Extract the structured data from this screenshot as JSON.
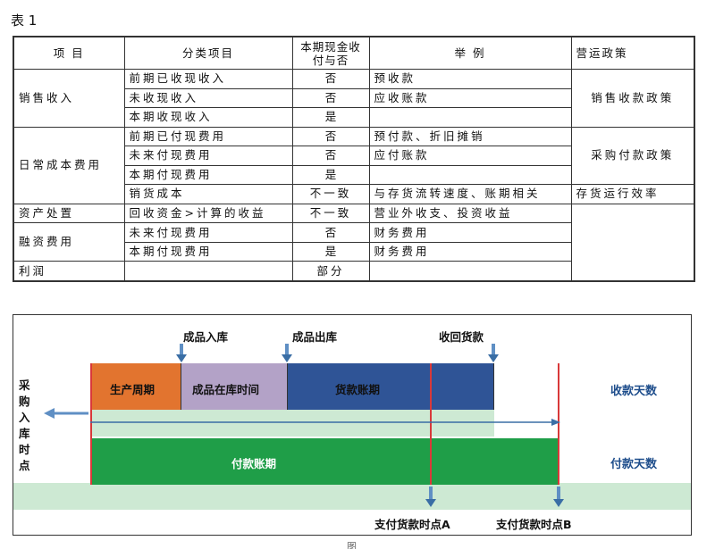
{
  "caption": "表 1",
  "table": {
    "headers": [
      "项 目",
      "分类项目",
      "本期现金收付与否",
      "举 例",
      "营运政策"
    ],
    "groups": {
      "sales": "销售收入",
      "costs": "日常成本费用",
      "asset": "资产处置",
      "finance": "融资费用",
      "profit": "利润"
    },
    "rows": [
      {
        "sub": "前期已收现收入",
        "cash": "否",
        "example": "预收款"
      },
      {
        "sub": "未收现收入",
        "cash": "否",
        "example": "应收账款"
      },
      {
        "sub": "本期收现收入",
        "cash": "是",
        "example": ""
      },
      {
        "sub": "前期已付现费用",
        "cash": "否",
        "example": "预付款、折旧摊销"
      },
      {
        "sub": "未来付现费用",
        "cash": "否",
        "example": "应付账款"
      },
      {
        "sub": "本期付现费用",
        "cash": "是",
        "example": ""
      },
      {
        "sub": "销货成本",
        "cash": "不一致",
        "example": "与存货流转速度、账期相关"
      },
      {
        "sub": "回收资金>计算的收益",
        "cash": "不一致",
        "example": "营业外收支、投资收益"
      },
      {
        "sub": "未来付现费用",
        "cash": "否",
        "example": "财务费用"
      },
      {
        "sub": "本期付现费用",
        "cash": "是",
        "example": "财务费用"
      },
      {
        "sub": "",
        "cash": "部分",
        "example": ""
      }
    ],
    "policies": {
      "sales": "销售收款政策",
      "purchase": "采购付款政策",
      "inventory": "存货运行效率"
    }
  },
  "diagram": {
    "top_labels": {
      "finished_in": "成品入库",
      "finished_out": "成品出库",
      "collect": "收回货款"
    },
    "blocks": {
      "production": "生产周期",
      "storage": "成品在库时间",
      "receivable": "货款账期",
      "payable": "付款账期"
    },
    "left_label": "采购入库时点",
    "right_labels": {
      "collection_days": "收款天数",
      "payment_days": "付款天数"
    },
    "bottom_labels": {
      "pay_a": "支付货款时点A",
      "pay_b": "支付货款时点B"
    },
    "colors": {
      "production": "#e2742f",
      "storage": "#b3a2c7",
      "receivable": "#2f5496",
      "payable": "#1f9e48",
      "light_green": "#cde9d3",
      "accent_text": "#1f4e8c",
      "red_line": "#d9393a"
    }
  },
  "page_mark": "图"
}
